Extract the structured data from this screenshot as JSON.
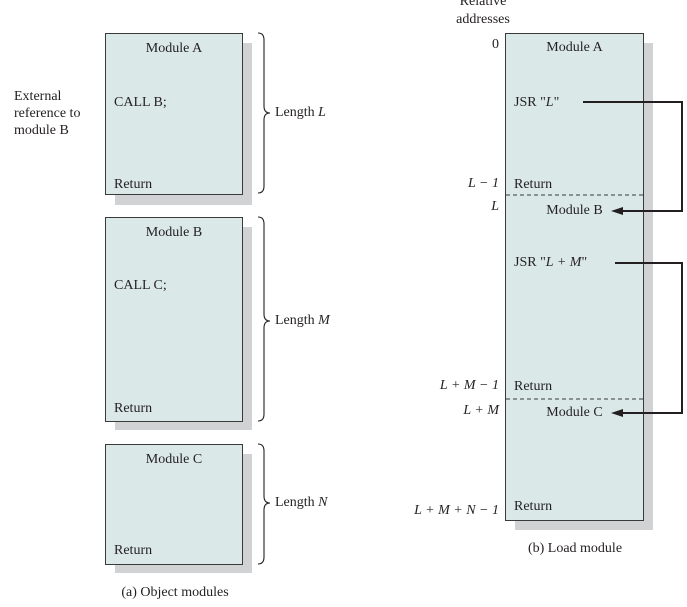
{
  "object_modules": {
    "external_reference_label": [
      "External",
      "reference to",
      "module B"
    ],
    "modules": [
      {
        "title": "Module A",
        "call": "CALL B;",
        "return": "Return",
        "length_prefix": "Length ",
        "length_var": "L"
      },
      {
        "title": "Module B",
        "call": "CALL C;",
        "return": "Return",
        "length_prefix": "Length ",
        "length_var": "M"
      },
      {
        "title": "Module C",
        "call": "",
        "return": "Return",
        "length_prefix": "Length ",
        "length_var": "N"
      }
    ],
    "caption": "(a) Object modules"
  },
  "load_module": {
    "header": [
      "Relative",
      "addresses"
    ],
    "addresses": {
      "start": "0",
      "a_end": "L − 1",
      "b_start": "L",
      "b_end": "L + M − 1",
      "c_start": "L + M",
      "c_end": "L + M + N − 1"
    },
    "module_a_title": "Module A",
    "jsr_1_prefix": "JSR \"",
    "jsr_1_var": "L",
    "jsr_1_suffix": "\"",
    "return_a": "Return",
    "module_b_title": "Module B",
    "jsr_2_prefix": "JSR \"",
    "jsr_2_var": "L + M",
    "jsr_2_suffix": "\"",
    "return_b": "Return",
    "module_c_title": "Module C",
    "return_c": "Return",
    "caption": "(b) Load module"
  }
}
